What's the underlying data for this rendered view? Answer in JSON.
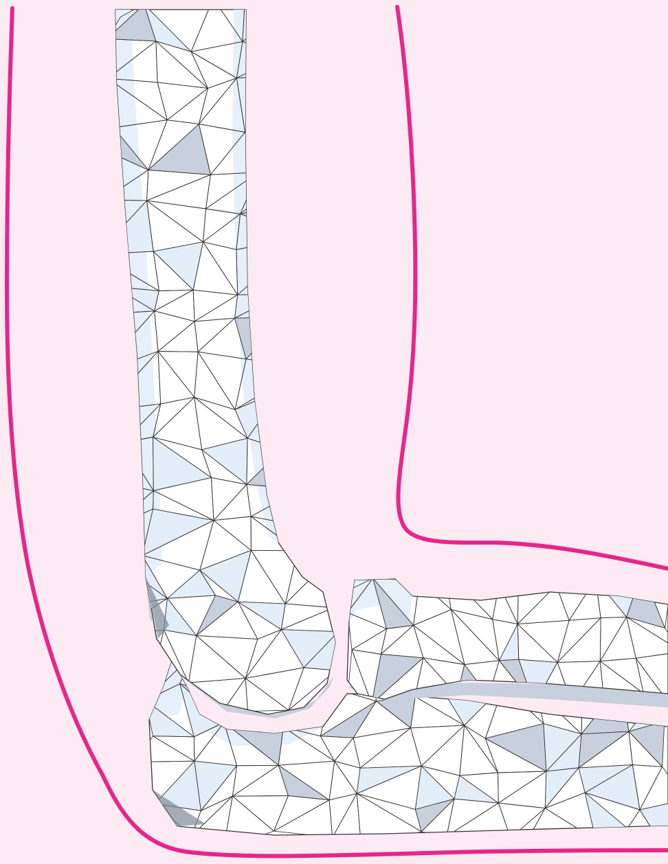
{
  "colors": {
    "background": "#fcebf3",
    "outline": "#e7268a",
    "bone_face": "#ffffff",
    "bone_tint_light": "#e3eef9",
    "bone_tint_mid": "#c7d0dc",
    "bone_shadow": "#7d8a99",
    "mesh_line": "#3a3433"
  },
  "scene": {
    "subject": "elbow-joint-mesh",
    "parts": [
      "outer-arm-outline",
      "humerus-mesh",
      "radius-mesh",
      "ulna-mesh"
    ]
  }
}
